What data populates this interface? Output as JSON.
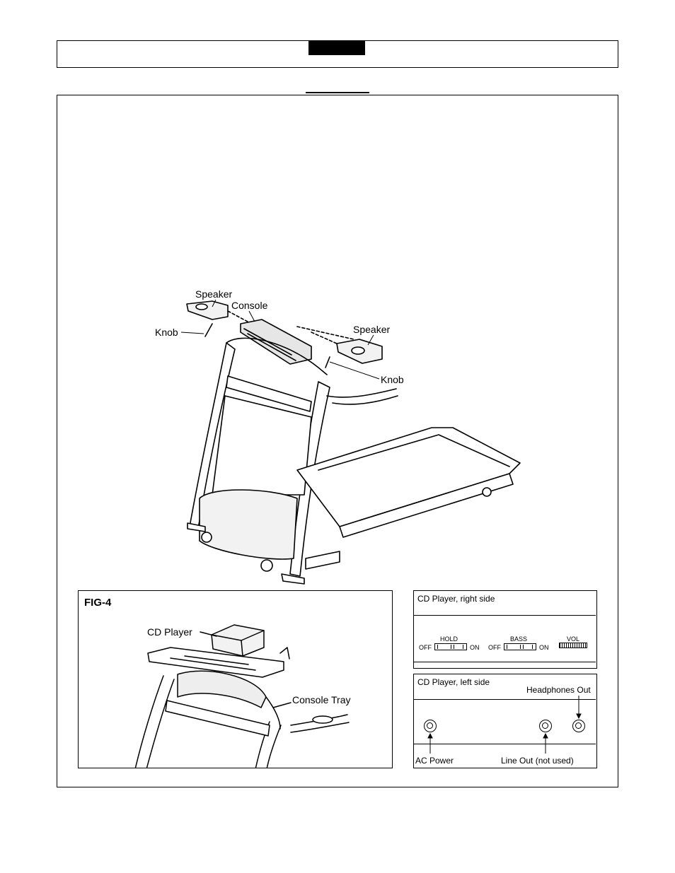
{
  "main_figure": {
    "labels": {
      "speaker_left": "Speaker",
      "console": "Console",
      "knob_left": "Knob",
      "speaker_right": "Speaker",
      "knob_right": "Knob"
    }
  },
  "fig4": {
    "title": "FIG-4",
    "cd_player_label": "CD Player",
    "console_tray_label": "Console Tray"
  },
  "right_side_panel": {
    "title": "CD Player, right side",
    "hold_label": "HOLD",
    "bass_label": "BASS",
    "vol_label": "VOL",
    "off_label": "OFF",
    "on_label": "ON"
  },
  "left_side_panel": {
    "title": "CD Player, left side",
    "headphones_label": "Headphones Out",
    "ac_power_label": "AC Power",
    "line_out_label": "Line Out (not used)"
  }
}
